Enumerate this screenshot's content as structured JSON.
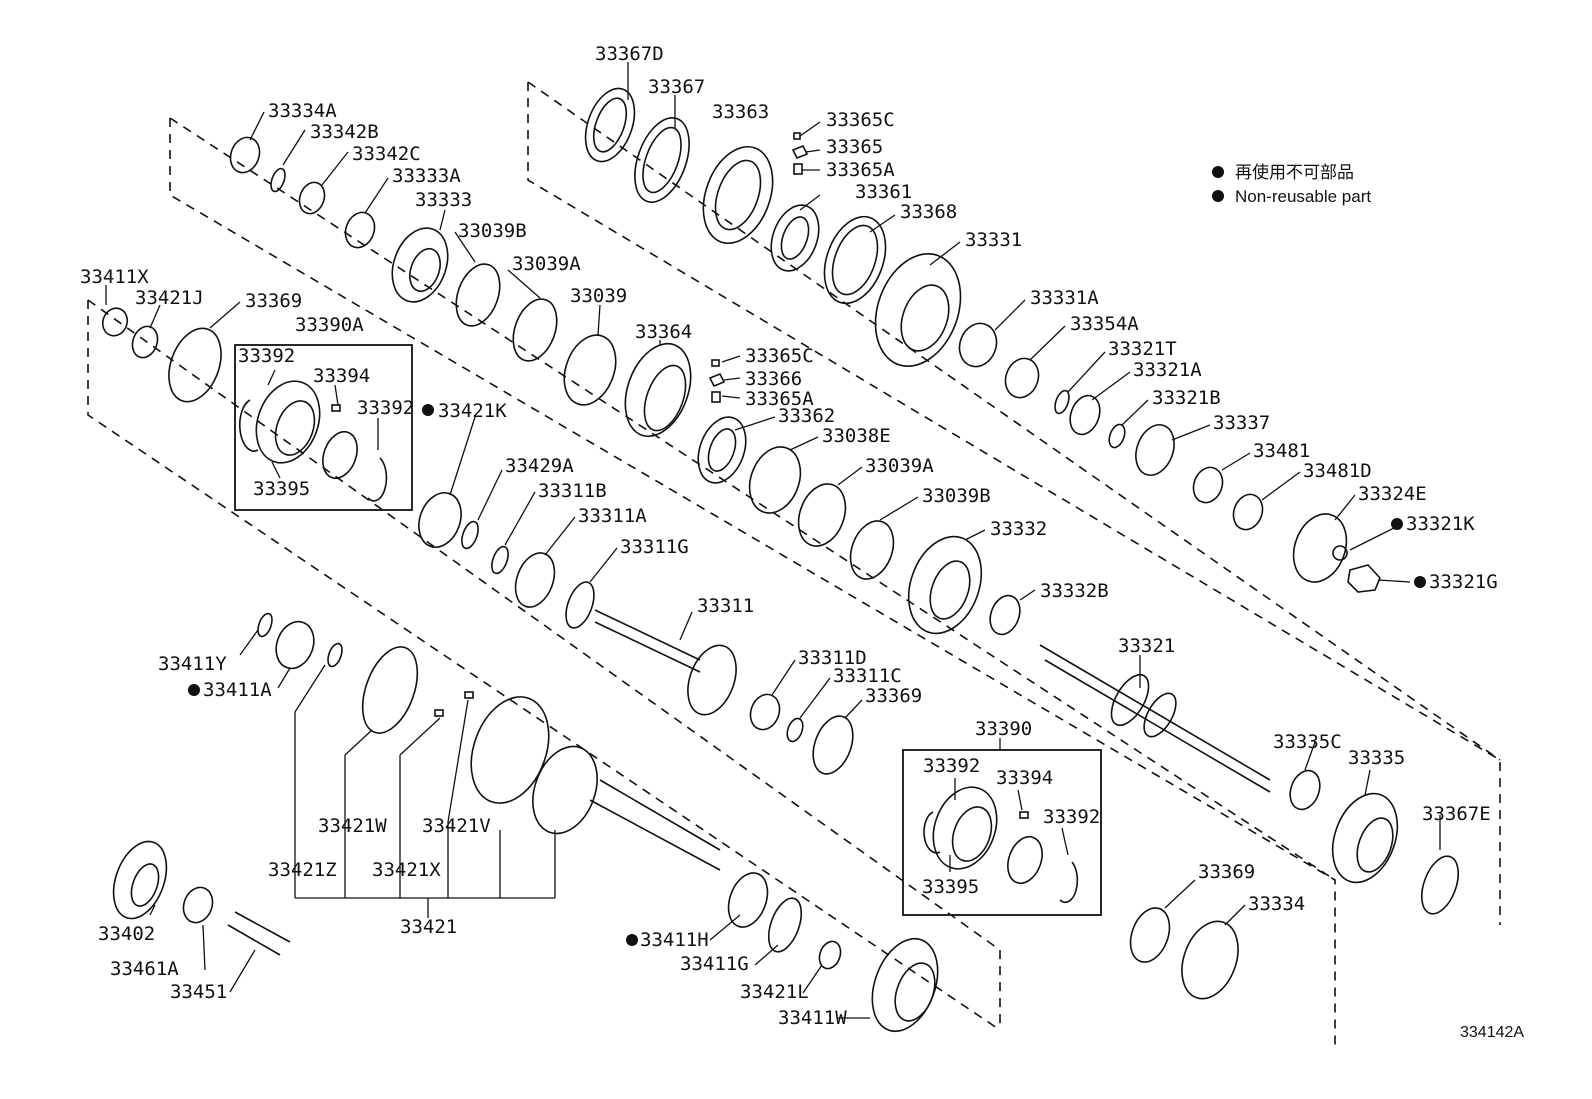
{
  "legend": {
    "line1": "再使用不可部品",
    "line2": "Non-reusable part"
  },
  "drawing_code": "334142A",
  "labels": [
    {
      "id": "p1",
      "text": "33367D"
    },
    {
      "id": "p2",
      "text": "33367"
    },
    {
      "id": "p3",
      "text": "33363"
    },
    {
      "id": "p4",
      "text": "33365C"
    },
    {
      "id": "p5",
      "text": "33365"
    },
    {
      "id": "p6",
      "text": "33365A"
    },
    {
      "id": "p7",
      "text": "33361"
    },
    {
      "id": "p8",
      "text": "33368"
    },
    {
      "id": "p9",
      "text": "33331"
    },
    {
      "id": "p10",
      "text": "33331A"
    },
    {
      "id": "p11",
      "text": "33354A"
    },
    {
      "id": "p12",
      "text": "33321T"
    },
    {
      "id": "p13",
      "text": "33321A"
    },
    {
      "id": "p14",
      "text": "33321B"
    },
    {
      "id": "p15",
      "text": "33337"
    },
    {
      "id": "p16",
      "text": "33481"
    },
    {
      "id": "p17",
      "text": "33481D"
    },
    {
      "id": "p18",
      "text": "33324E"
    },
    {
      "id": "p19",
      "text": "33321K"
    },
    {
      "id": "p20",
      "text": "33321G"
    },
    {
      "id": "p21",
      "text": "33334A"
    },
    {
      "id": "p22",
      "text": "33342B"
    },
    {
      "id": "p23",
      "text": "33342C"
    },
    {
      "id": "p24",
      "text": "33333A"
    },
    {
      "id": "p25",
      "text": "33333"
    },
    {
      "id": "p26",
      "text": "33039B"
    },
    {
      "id": "p27",
      "text": "33039A"
    },
    {
      "id": "p28",
      "text": "33039"
    },
    {
      "id": "p29",
      "text": "33364"
    },
    {
      "id": "p30",
      "text": "33365C"
    },
    {
      "id": "p31",
      "text": "33366"
    },
    {
      "id": "p32",
      "text": "33365A"
    },
    {
      "id": "p33",
      "text": "33362"
    },
    {
      "id": "p34",
      "text": "33038E"
    },
    {
      "id": "p35",
      "text": "33039A"
    },
    {
      "id": "p36",
      "text": "33039B"
    },
    {
      "id": "p37",
      "text": "33332"
    },
    {
      "id": "p38",
      "text": "33332B"
    },
    {
      "id": "p39",
      "text": "33321"
    },
    {
      "id": "p40",
      "text": "33335C"
    },
    {
      "id": "p41",
      "text": "33335"
    },
    {
      "id": "p42",
      "text": "33367E"
    },
    {
      "id": "p43",
      "text": "33411X"
    },
    {
      "id": "p44",
      "text": "33421J"
    },
    {
      "id": "p45",
      "text": "33369"
    },
    {
      "id": "p46",
      "text": "33390A"
    },
    {
      "id": "p47",
      "text": "33392"
    },
    {
      "id": "p48",
      "text": "33394"
    },
    {
      "id": "p49",
      "text": "33392"
    },
    {
      "id": "p50",
      "text": "33395"
    },
    {
      "id": "p51",
      "text": "33421K"
    },
    {
      "id": "p52",
      "text": "33429A"
    },
    {
      "id": "p53",
      "text": "33311B"
    },
    {
      "id": "p54",
      "text": "33311A"
    },
    {
      "id": "p55",
      "text": "33311G"
    },
    {
      "id": "p56",
      "text": "33311"
    },
    {
      "id": "p57",
      "text": "33311D"
    },
    {
      "id": "p58",
      "text": "33311C"
    },
    {
      "id": "p59",
      "text": "33369"
    },
    {
      "id": "p60",
      "text": "33390"
    },
    {
      "id": "p61",
      "text": "33392"
    },
    {
      "id": "p62",
      "text": "33394"
    },
    {
      "id": "p63",
      "text": "33392"
    },
    {
      "id": "p64",
      "text": "33395"
    },
    {
      "id": "p65",
      "text": "33369"
    },
    {
      "id": "p66",
      "text": "33334"
    },
    {
      "id": "p67",
      "text": "33411Y"
    },
    {
      "id": "p68",
      "text": "33411A"
    },
    {
      "id": "p69",
      "text": "33421W"
    },
    {
      "id": "p70",
      "text": "33421V"
    },
    {
      "id": "p71",
      "text": "33421Z"
    },
    {
      "id": "p72",
      "text": "33421X"
    },
    {
      "id": "p73",
      "text": "33421"
    },
    {
      "id": "p74",
      "text": "33402"
    },
    {
      "id": "p75",
      "text": "33461A"
    },
    {
      "id": "p76",
      "text": "33451"
    },
    {
      "id": "p77",
      "text": "33411H"
    },
    {
      "id": "p78",
      "text": "33411G"
    },
    {
      "id": "p79",
      "text": "33421L"
    },
    {
      "id": "p80",
      "text": "33411W"
    }
  ]
}
